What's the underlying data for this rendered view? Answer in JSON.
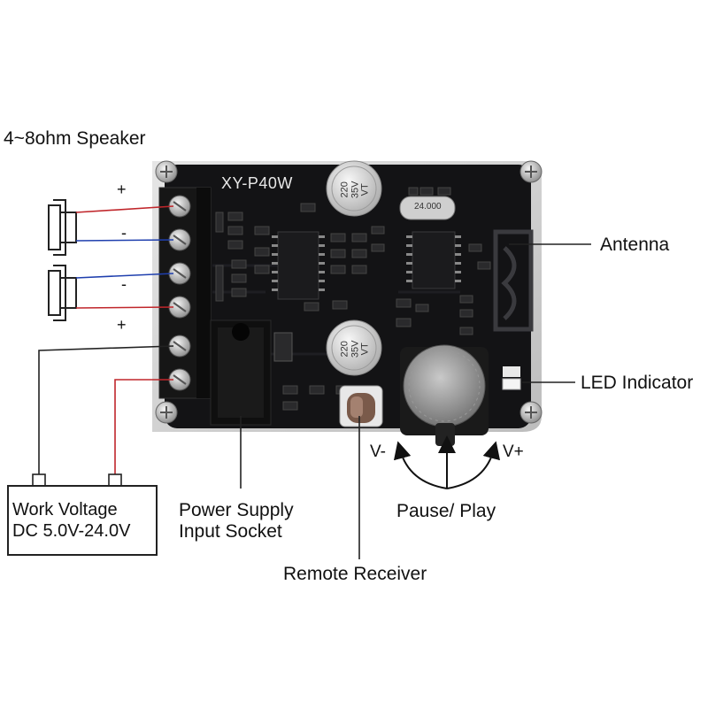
{
  "diagram": {
    "board_model": "XY-P40W",
    "speaker_label": "4~8ohm Speaker",
    "speaker1": {
      "top_sign": "+",
      "bottom_sign": "-"
    },
    "speaker2": {
      "top_sign": "-",
      "bottom_sign": "+"
    },
    "power": {
      "label_line1": "Work Voltage",
      "label_line2": "DC 5.0V-24.0V"
    },
    "callouts": {
      "power_socket_line1": "Power Supply",
      "power_socket_line2": "Input Socket",
      "remote_receiver": "Remote Receiver",
      "pause_play": "Pause/ Play",
      "volume_down": "V-",
      "volume_up": "V+",
      "antenna": "Antenna",
      "led_indicator": "LED Indicator"
    },
    "capacitor": {
      "line1": "220",
      "line2": "35V",
      "line3": "VT"
    },
    "crystal": "24.000",
    "colors": {
      "board": "#121214",
      "wire_red": "#c0262b",
      "wire_blue": "#1f3fae",
      "line": "#222222"
    }
  }
}
